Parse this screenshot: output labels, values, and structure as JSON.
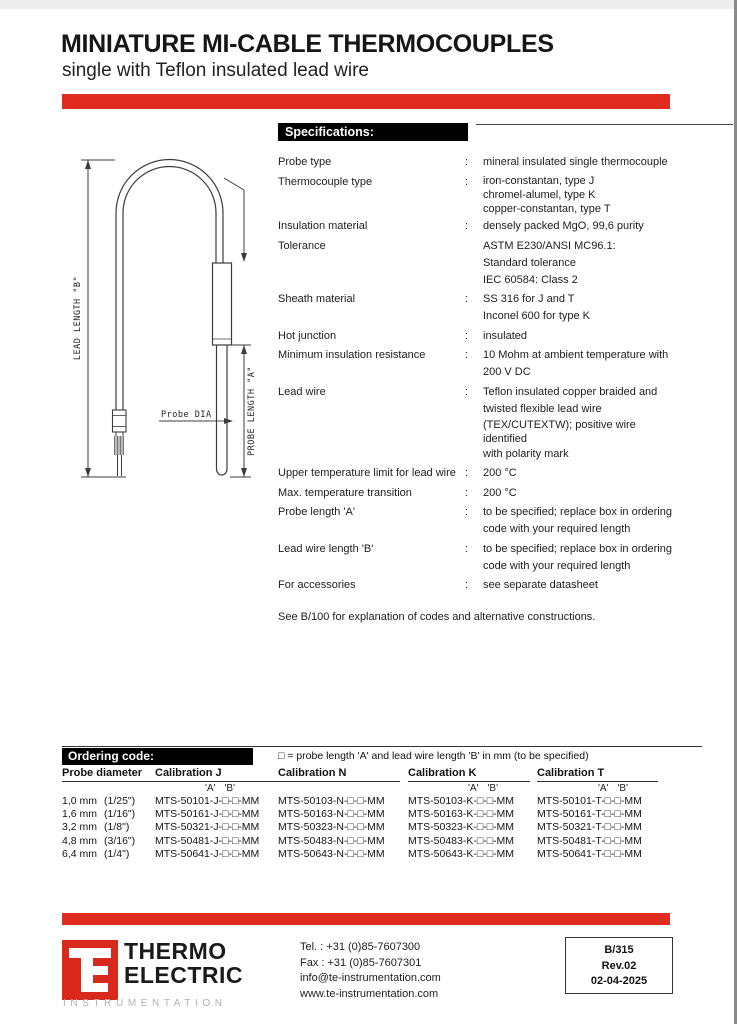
{
  "header": {
    "title": "MINIATURE MI-CABLE THERMOCOUPLES",
    "subtitle": "single with Teflon insulated lead wire"
  },
  "colors": {
    "accent_red": "#e12a20",
    "header_black": "#000000"
  },
  "diagram": {
    "lead_length_label": "LEAD LENGTH \"B\"",
    "probe_length_label": "PROBE LENGTH \"A\"",
    "probe_dia_label": "Probe DIA"
  },
  "specs": {
    "heading": "Specifications:",
    "rows": [
      {
        "label": "Probe type",
        "colon": ":",
        "lines": [
          {
            "t": "mineral insulated single thermocouple",
            "s": "loose"
          }
        ]
      },
      {
        "label": "Thermocouple type",
        "colon": ":",
        "lines": [
          {
            "t": "iron-constantan, type J",
            "s": "tight"
          },
          {
            "t": "chromel-alumel, type K",
            "s": "tight"
          },
          {
            "t": "copper-constantan, type T",
            "s": "tight"
          }
        ]
      },
      {
        "label": "Insulation material",
        "colon": ":",
        "lines": [
          {
            "t": "densely packed MgO, 99,6 purity",
            "s": "loose"
          }
        ]
      },
      {
        "label": "Tolerance",
        "colon": "",
        "lines": [
          {
            "t": "ASTM E230/ANSI MC96.1:",
            "s": "loose"
          },
          {
            "t": "Standard tolerance",
            "s": "loose"
          },
          {
            "t": "IEC 60584: Class 2",
            "s": "loose"
          }
        ]
      },
      {
        "label": "Sheath material",
        "colon": ":",
        "lines": [
          {
            "t": "SS 316 for J and T",
            "s": "loose"
          },
          {
            "t": "Inconel 600 for type K",
            "s": "loose"
          }
        ]
      },
      {
        "label": "Hot junction",
        "colon": ":",
        "lines": [
          {
            "t": "insulated",
            "s": "loose"
          }
        ]
      },
      {
        "label": "Minimum insulation resistance",
        "colon": ":",
        "lines": [
          {
            "t": "10 Mohm at ambient temperature with",
            "s": "loose"
          },
          {
            "t": "200 V DC",
            "s": "loose"
          }
        ]
      },
      {
        "label": "Lead wire",
        "colon": ":",
        "lines": [
          {
            "t": "Teflon insulated copper braided and",
            "s": "loose"
          },
          {
            "t": "twisted flexible lead wire",
            "s": "loose"
          },
          {
            "t": "(TEX/CUTEXTW); positive wire",
            "s": "tight"
          },
          {
            "t": "identified",
            "s": "tight"
          },
          {
            "t": "with polarity mark",
            "s": "loose"
          }
        ]
      },
      {
        "label": "Upper temperature limit for lead wire",
        "colon": ":",
        "lines": [
          {
            "t": "200 °C",
            "s": "loose"
          }
        ]
      },
      {
        "label": "Max. temperature transition",
        "colon": ":",
        "lines": [
          {
            "t": "200 °C",
            "s": "loose"
          }
        ]
      },
      {
        "label": "Probe length 'A'",
        "colon": ":",
        "lines": [
          {
            "t": "to be specified; replace box in ordering",
            "s": "loose"
          },
          {
            "t": "code with your required length",
            "s": "loose"
          }
        ]
      },
      {
        "label": "Lead wire length 'B'",
        "colon": ":",
        "lines": [
          {
            "t": "to be specified; replace box in ordering",
            "s": "loose"
          },
          {
            "t": "code with your required length",
            "s": "loose"
          }
        ]
      },
      {
        "label": "For accessories",
        "colon": ":",
        "lines": [
          {
            "t": "see separate datasheet",
            "s": "loose"
          }
        ]
      }
    ],
    "note": "See B/100 for explanation of codes and alternative constructions."
  },
  "ordering": {
    "heading": "Ordering code:",
    "legend": "□ = probe length 'A' and lead wire length 'B' in mm (to be specified)",
    "columns": [
      "Probe diameter",
      "Calibration J",
      "Calibration N",
      "Calibration K",
      "Calibration T"
    ],
    "a_label": "'A'",
    "b_label": "'B'",
    "ab_columns": [
      true,
      false,
      true,
      true
    ],
    "ab_offsets": [
      50,
      0,
      60,
      61
    ],
    "rows": [
      {
        "diameter": "1,0 mm",
        "inch": "(1/25\")",
        "codes": [
          "MTS-50101-J-□-□-MM",
          "MTS-50103-N-□-□-MM",
          "MTS-50103-K-□-□-MM",
          "MTS-50101-T-□-□-MM"
        ]
      },
      {
        "diameter": "1,6 mm",
        "inch": "(1/16\")",
        "codes": [
          "MTS-50161-J-□-□-MM",
          "MTS-50163-N-□-□-MM",
          "MTS-50163-K-□-□-MM",
          "MTS-50161-T-□-□-MM"
        ]
      },
      {
        "diameter": "3,2 mm",
        "inch": "(1/8\")",
        "codes": [
          "MTS-50321-J-□-□-MM",
          "MTS-50323-N-□-□-MM",
          "MTS-50323-K-□-□-MM",
          "MTS-50321-T-□-□-MM"
        ]
      },
      {
        "diameter": "4,8 mm",
        "inch": "(3/16\")",
        "codes": [
          "MTS-50481-J-□-□-MM",
          "MTS-50483-N-□-□-MM",
          "MTS-50483-K-□-□-MM",
          "MTS-50481-T-□-□-MM"
        ]
      },
      {
        "diameter": "6,4 mm",
        "inch": "(1/4\")",
        "codes": [
          "MTS-50641-J-□-□-MM",
          "MTS-50643-N-□-□-MM",
          "MTS-50643-K-□-□-MM",
          "MTS-50641-T-□-□-MM"
        ]
      }
    ]
  },
  "footer": {
    "brand_line1": "THERMO",
    "brand_line2": "ELECTRIC",
    "brand_line3": "INSTRUMENTATION",
    "contact": [
      "Tel. : +31 (0)85-7607300",
      "Fax : +31 (0)85-7607301",
      "info@te-instrumentation.com",
      "www.te-instrumentation.com"
    ],
    "revision": {
      "doc": "B/315",
      "rev": "Rev.02",
      "date": "02-04-2025"
    }
  }
}
